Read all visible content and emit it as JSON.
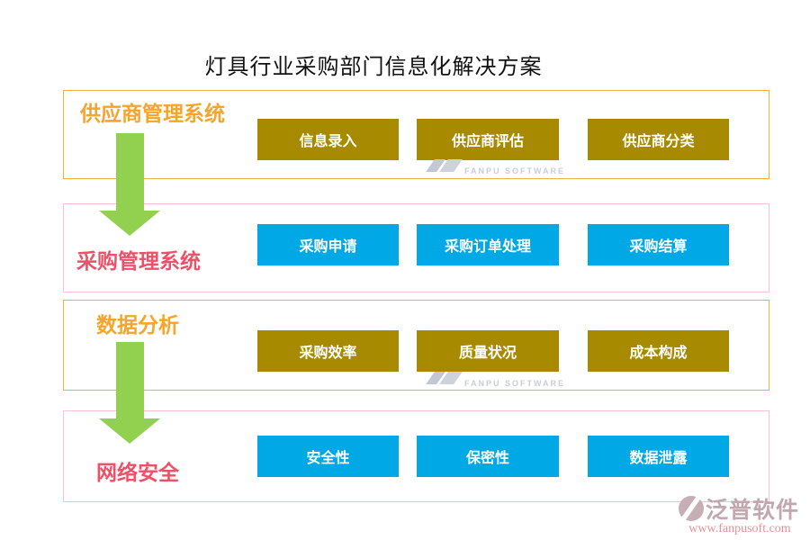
{
  "title": "灯具行业采购部门信息化解决方案",
  "sections": [
    {
      "label": "供应商管理系统",
      "theme": "gold",
      "buttons": [
        "信息录入",
        "供应商评估",
        "供应商分类"
      ]
    },
    {
      "label": "采购管理系统",
      "theme": "pink",
      "buttons": [
        "采购申请",
        "采购订单处理",
        "采购结算"
      ]
    },
    {
      "label": "数据分析",
      "theme": "gold",
      "buttons": [
        "采购效率",
        "质量状况",
        "成本构成"
      ]
    },
    {
      "label": "网络安全",
      "theme": "pink",
      "buttons": [
        "安全性",
        "保密性",
        "数据泄露"
      ]
    }
  ],
  "arrows": [
    {
      "from": "供应商管理系统",
      "to": "采购管理系统"
    },
    {
      "from": "数据分析",
      "to": "网络安全"
    }
  ],
  "watermark": {
    "label": "FANPU SOFTWARE"
  },
  "brand": {
    "name": "泛普软件",
    "url": "www.fanpusoft.com"
  },
  "colors": {
    "gold_button": "#A78A00",
    "cyan_button": "#00A8E6",
    "gold_border": "#EDB23F",
    "pink_border": "#F6C3CF",
    "orange_label": "#F5A42C",
    "pink_label": "#EC5168",
    "arrow_green": "#92D050",
    "brand_pink": "#E78F96"
  }
}
